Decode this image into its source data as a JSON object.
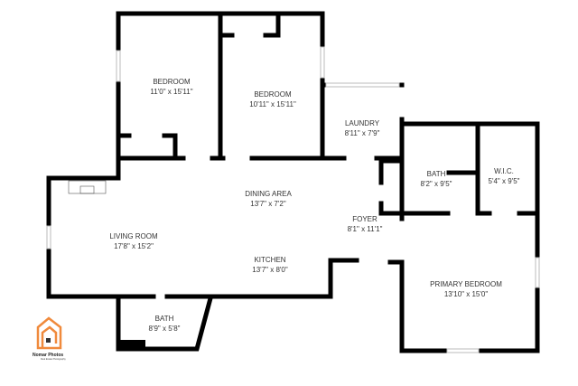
{
  "rooms": [
    {
      "name": "BEDROOM",
      "size": "11'0\" x 15'11\""
    },
    {
      "name": "BEDROOM",
      "size": "10'11\" x 15'11\""
    },
    {
      "name": "LAUNDRY",
      "size": "8'11\" x 7'9\""
    },
    {
      "name": "BATH",
      "size": "8'2\" x 9'5\""
    },
    {
      "name": "W.I.C.",
      "size": "5'4\" x 9'5\""
    },
    {
      "name": "DINING AREA",
      "size": "13'7\" x 7'2\""
    },
    {
      "name": "FOYER",
      "size": "8'1\" x 11'1\""
    },
    {
      "name": "LIVING ROOM",
      "size": "17'8\" x 15'2\""
    },
    {
      "name": "KITCHEN",
      "size": "13'7\" x 8'0\""
    },
    {
      "name": "PRIMARY BEDROOM",
      "size": "13'10\" x 15'0\""
    },
    {
      "name": "BATH",
      "size": "8'9\" x 5'8\""
    }
  ],
  "logo": {
    "title": "Nomar Photos",
    "subtitle": "Real Estate Photography",
    "color": "#f08a3c"
  },
  "colors": {
    "wall": "#000000",
    "window": "#cccccc"
  }
}
